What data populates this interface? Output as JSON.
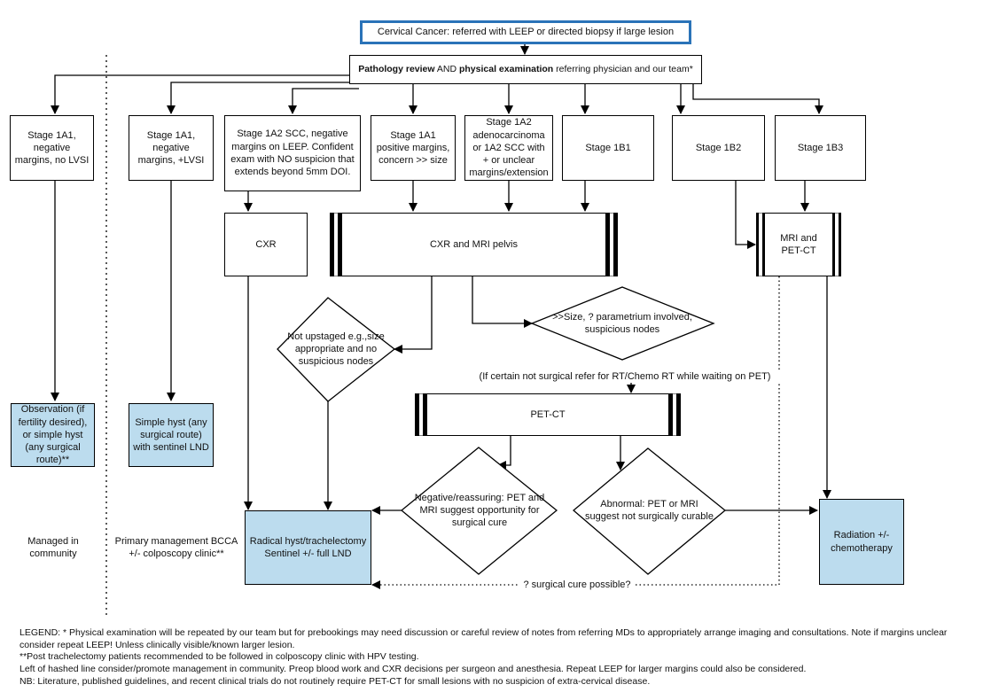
{
  "title": "Cervical Cancer: referred with LEEP or directed biopsy if large lesion",
  "review": {
    "bold1": "Pathology review",
    "mid": " AND ",
    "bold2": "physical examination",
    "rest": " referring physician and our team*"
  },
  "stages": {
    "s1": "Stage 1A1, negative margins, no LVSI",
    "s2": "Stage 1A1, negative margins, +LVSI",
    "s3": "Stage 1A2 SCC, negative margins on LEEP. Confident exam with NO suspicion that extends beyond 5mm DOI.",
    "s4": "Stage 1A1 positive margins, concern >> size",
    "s5": "Stage 1A2 adenocarcinoma or 1A2 SCC with + or unclear margins/extension",
    "s6": "Stage 1B1",
    "s7": "Stage 1B2",
    "s8": "Stage 1B3"
  },
  "imaging": {
    "cxr": "CXR",
    "cxr_mri": "CXR and MRI pelvis",
    "mri_pet": "MRI and PET-CT",
    "pet": "PET-CT"
  },
  "decisions": {
    "not_upstaged": "Not upstaged e.g.,size appropriate and no suspicious nodes",
    "size": ">>Size, ? parametrium involved, suspicious nodes",
    "negative": "Negative/reassuring: PET and MRI suggest opportunity for surgical cure",
    "abnormal": "Abnormal: PET or MRI suggest not surgically curable"
  },
  "notes": {
    "if_certain": "(If certain not surgical refer for RT/Chemo RT while waiting on PET)",
    "surgical_cure": "? surgical cure possible?"
  },
  "outcomes": {
    "observation": "Observation (if fertility desired), or simple hyst (any surgical route)**",
    "simple_hyst": "Simple hyst (any surgical route) with sentinel LND",
    "radical": "Radical hyst/trachelectomy Sentinel +/- full LND",
    "radiation": "Radiation +/- chemotherapy"
  },
  "side_labels": {
    "community": "Managed in community",
    "primary": "Primary management BCCA +/- colposcopy clinic**"
  },
  "legend": [
    "LEGEND: * Physical examination will be repeated by our team but for prebookings may need discussion or careful review of notes from referring MDs to appropriately arrange imaging and consultations. Note if margins unclear consider repeat LEEP! Unless clinically visible/known larger lesion.",
    "**Post trachelectomy patients recommended to be followed in colposcopy clinic with HPV testing.",
    "Left of hashed line consider/promote management in community. Preop blood work and CXR decisions per surgeon and anesthesia. Repeat LEEP for larger margins could also be considered.",
    "NB: Literature, published guidelines, and recent clinical trials do not routinely require PET-CT for small lesions with no suspicion of extra-cervical disease."
  ],
  "colors": {
    "title_border": "#2a73b8",
    "outcome_fill": "#bcdcee"
  }
}
